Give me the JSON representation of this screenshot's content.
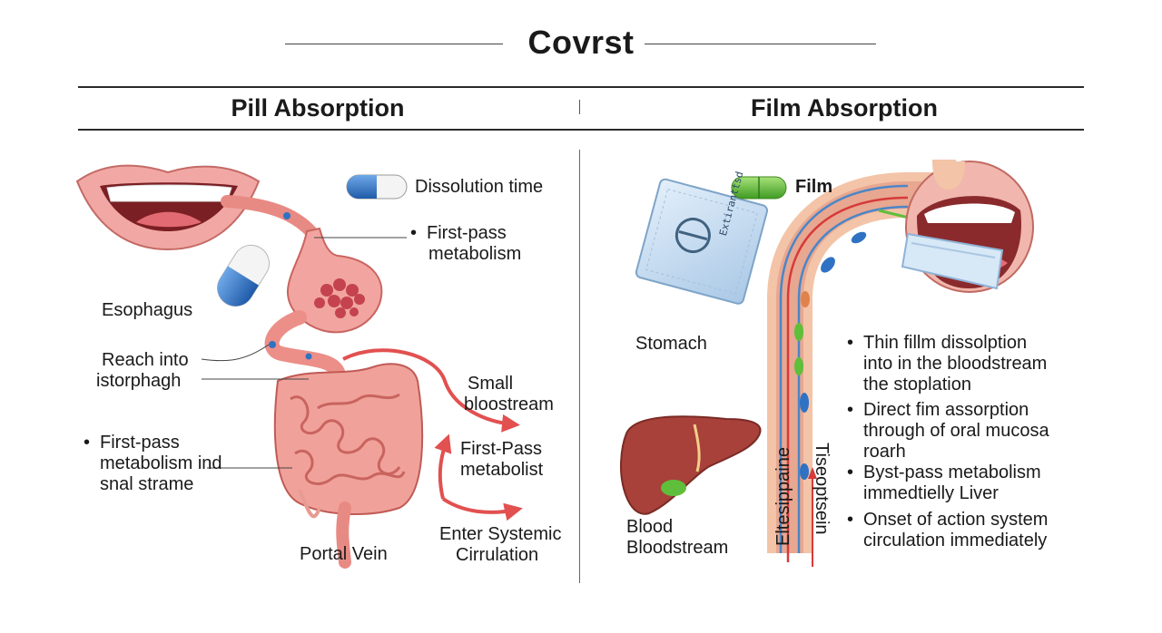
{
  "header": {
    "title": "Covrst"
  },
  "panels": {
    "left": {
      "title": "Pill Absorption",
      "legend_label": "Dissolution time",
      "labels": {
        "first_pass_top": [
          "First-pass",
          "metabolism"
        ],
        "esophagus": "Esophagus",
        "reach": [
          "Reach into",
          "istorphagh"
        ],
        "small_bloodstream": [
          "Small",
          "bloostream"
        ],
        "first_pass_right": [
          "First-Pass",
          "metabolist"
        ],
        "first_pass_left": [
          "First-pass",
          "metabolism ind",
          "snal strame"
        ],
        "enter_systemic": [
          "Enter Systemic",
          "Cirrulation"
        ],
        "portal_vein": "Portal Vein"
      }
    },
    "right": {
      "title": "Film Absorption",
      "legend_label": "Film",
      "packet_text": "Extiranttsd",
      "labels": {
        "stomach": "Stomach",
        "blood": [
          "Blood",
          "Bloodstream"
        ],
        "vertical_left": "Eltesippaine",
        "vertical_right": "Tiseoptsein"
      },
      "bullets": [
        [
          "Thin fillm dissolption",
          "into in the bloodstream",
          "the stoplation"
        ],
        [
          "Direct fim assorption",
          "through of oral mucosa",
          "roarh"
        ],
        [
          "Byst-pass metabolism",
          "immedtielly Liver"
        ],
        [
          "Onset of action system",
          "circulation immediately"
        ]
      ]
    }
  },
  "colors": {
    "pill_blue": "#2f72c4",
    "film_green": "#5fbf3a",
    "tissue_pink": "#ef9a93",
    "artery_red": "#d63a3a",
    "arrow_red": "#e25050",
    "liver_brown": "#a8413a"
  }
}
